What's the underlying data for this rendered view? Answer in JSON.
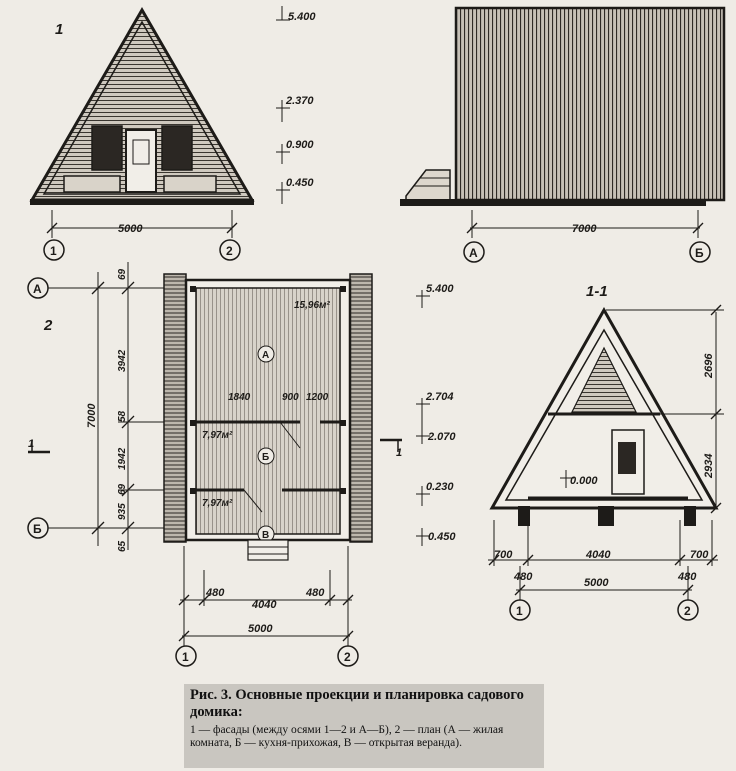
{
  "labels": {
    "facade_front": "1",
    "plan": "2",
    "section": "1-1",
    "cut_mark_left": "1",
    "cut_mark_right": "1"
  },
  "elevations": {
    "top": "5.400",
    "ridge_floor": "2.370",
    "window": "0.900",
    "ground_front": "0.450",
    "plan_top": "5.400",
    "attic_floor": "2.704",
    "attic_floor_2": "2.070",
    "floor_zero": "0.000",
    "plan_minus1": "0.230",
    "plan_minus2": "0.450"
  },
  "dimensions": {
    "front_width": "5000",
    "side_length": "7000",
    "plan_total": "7000",
    "plan_69_top": "69",
    "plan_3942": "3942",
    "plan_58": "58",
    "plan_1942": "1942",
    "plan_69_mid": "69",
    "plan_935": "935",
    "plan_65": "65",
    "room_1840": "1840",
    "room_900": "900",
    "room_1200": "1200",
    "area_a": "15,96м²",
    "area_b": "7,97м²",
    "area_c": "7,97м²",
    "plan_480_l": "480",
    "plan_4040": "4040",
    "plan_480_r": "480",
    "plan_5000": "5000",
    "sec_2696": "2696",
    "sec_2934": "2934",
    "sec_700_l": "700",
    "sec_4040": "4040",
    "sec_700_r": "700",
    "sec_480_l": "480",
    "sec_5000": "5000",
    "sec_480_r": "480"
  },
  "axes": {
    "front_1": "1",
    "front_2": "2",
    "side_a": "А",
    "side_b": "Б",
    "plan_a": "А",
    "plan_b": "Б",
    "plan_1": "1",
    "plan_2": "2",
    "sec_1": "1",
    "sec_2": "2",
    "room_a": "А",
    "room_b": "Б",
    "room_c": "В"
  },
  "caption": {
    "title": "Рис. 3. Основные проекции и планировка садового домика:",
    "text": "1 — фасады (между осями 1—2 и А—Б), 2 — план (А — жилая комната, Б — кухня-прихожая, В — открытая веранда)."
  }
}
